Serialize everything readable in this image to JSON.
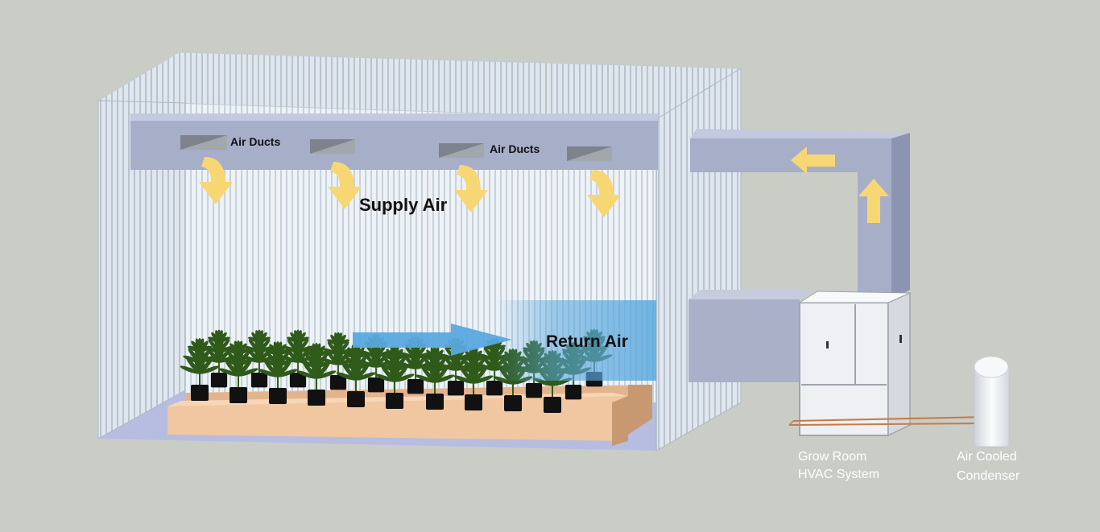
{
  "labels": {
    "air_ducts_1": "Air Ducts",
    "air_ducts_2": "Air Ducts",
    "supply_air": "Supply Air",
    "return_air": "Return Air",
    "hvac_line1": "Grow Room",
    "hvac_line2": "HVAC System",
    "condenser_line1": "Air Cooled",
    "condenser_line2": "Condenser"
  },
  "colors": {
    "background": "#c9cdc6",
    "wall": "#e6edf3",
    "duct": "#a7aec8",
    "arrow": "#f7d774",
    "return_air": "#5aa8de",
    "plant_leaf": "#2f5a1a",
    "pot": "#111111",
    "bench": "#f0c7a0",
    "hvac_body": "#eef0f3",
    "pipe": "#c77a45"
  },
  "icons": {
    "supply_arrow": "curved-down-arrow",
    "flow_arrow": "block-arrow",
    "plant": "cannabis-plant"
  }
}
